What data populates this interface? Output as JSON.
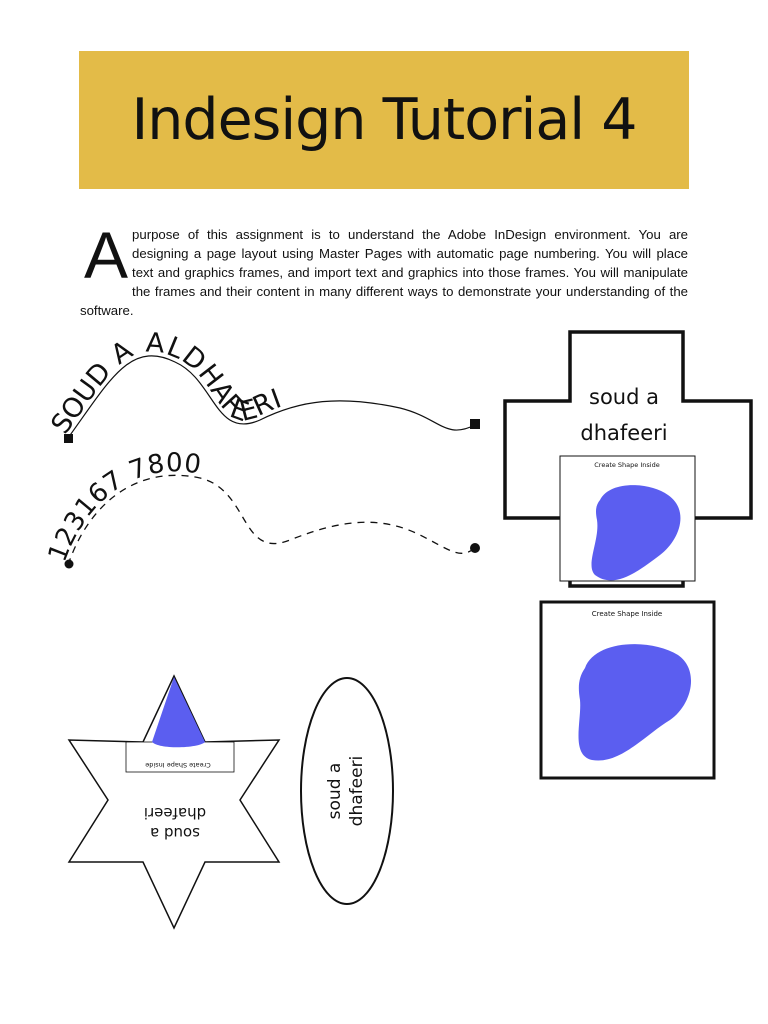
{
  "title": "Indesign Tutorial 4",
  "intro": {
    "dropcap": "A",
    "text": "purpose of this assignment is to understand the Adobe InDesign environment. You are designing a page layout using Master Pages with automatic page numbering. You will place text and graphics frames, and import text and graphics into those frames. You will manipulate the frames and their content in many different ways to demonstrate your understanding of the software."
  },
  "path_text_1": "SOUD A ALDHAFEERI",
  "path_text_2": "123167 7800",
  "cross_frame": {
    "line1": "soud a",
    "line2": "dhafeeri",
    "inner_caption": "Create Shape Inside"
  },
  "square_frame": {
    "caption": "Create Shape Inside"
  },
  "star_frame": {
    "line1": "soud a",
    "line2": "dhafeeri",
    "inner_caption": "Create Shape Inside"
  },
  "ellipse_frame": {
    "line1": "soud a",
    "line2": "dhafeeri"
  },
  "colors": {
    "banner": "#e3bb48",
    "blob": "#5b5ef0"
  }
}
